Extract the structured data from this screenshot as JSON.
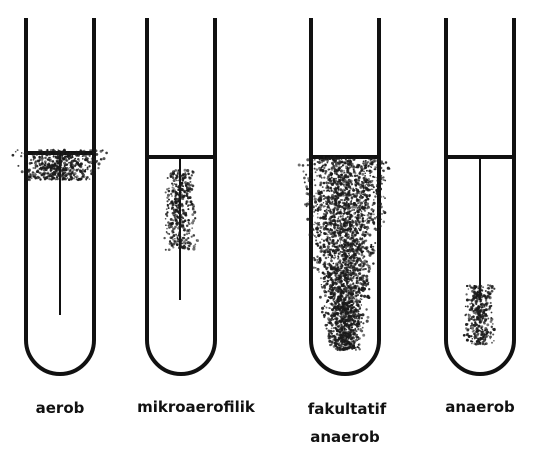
{
  "tubes": [
    {
      "id": "aerob",
      "label_lines": [
        "aerob"
      ],
      "growth": "surface"
    },
    {
      "id": "mikroaerofilik",
      "label_lines": [
        "mikroaerofilik"
      ],
      "growth": "below-surface"
    },
    {
      "id": "fakultatif-anaerob",
      "label_lines": [
        "fakultatif",
        "anaerob"
      ],
      "growth": "throughout"
    },
    {
      "id": "anaerob",
      "label_lines": [
        "anaerob"
      ],
      "growth": "bottom"
    }
  ],
  "colors": {
    "stroke": "#111111",
    "growth": "#1a1a1a",
    "background": "#ffffff"
  }
}
